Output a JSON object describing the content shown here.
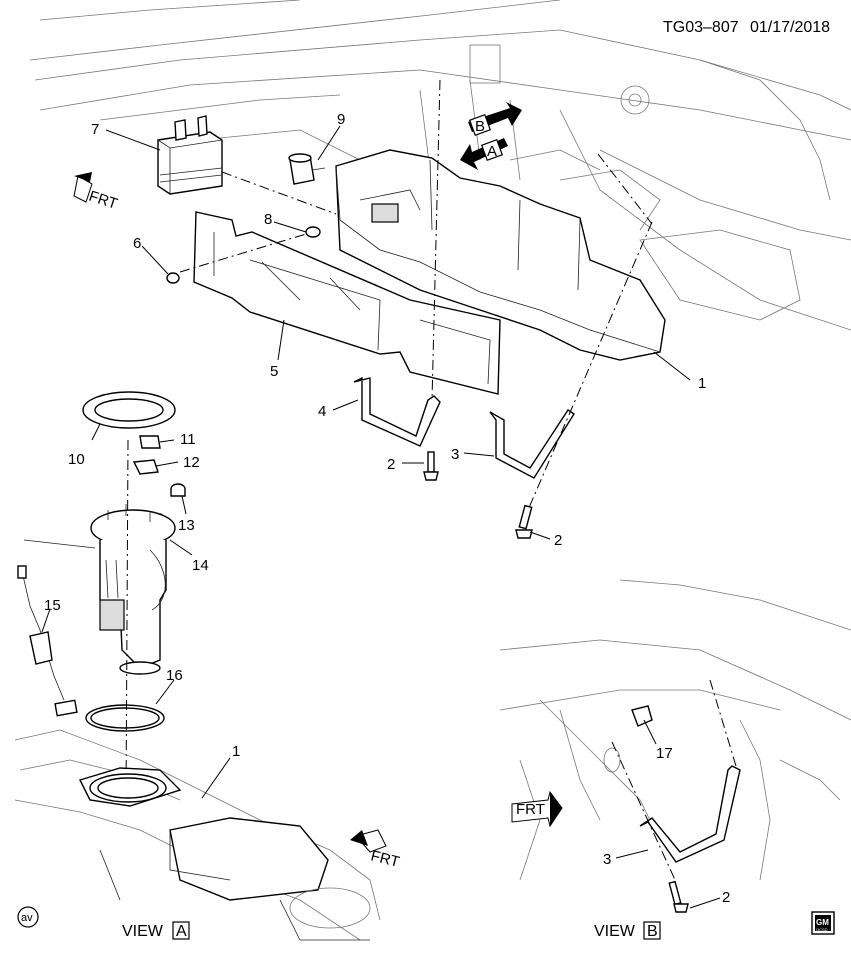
{
  "header": {
    "code": "TG03–807",
    "date": "01/17/2018"
  },
  "callouts": {
    "c1": "1",
    "c1b": "1",
    "c2a": "2",
    "c2b": "2",
    "c2c": "2",
    "c3a": "3",
    "c3b": "3",
    "c4": "4",
    "c5": "5",
    "c6": "6",
    "c7": "7",
    "c8": "8",
    "c9": "9",
    "c10": "10",
    "c11": "11",
    "c12": "12",
    "c13": "13",
    "c14": "14",
    "c15": "15",
    "c16": "16",
    "c17": "17"
  },
  "arrows": {
    "a": "A",
    "b": "B"
  },
  "frt": "FRT",
  "views": {
    "prefix": "VIEW",
    "a": "A",
    "b": "B"
  },
  "logo": {
    "gm": "GM",
    "sub": "OCSD",
    "badge": "av"
  }
}
